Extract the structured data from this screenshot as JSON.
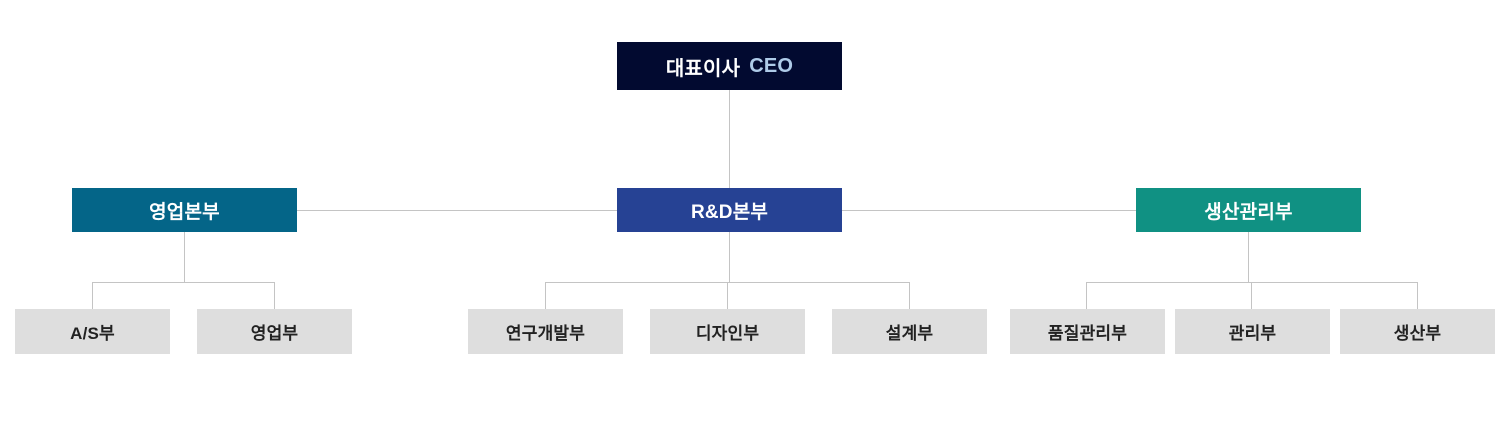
{
  "chart": {
    "type": "org-chart",
    "title": "",
    "nodes": {
      "ceo": {
        "label_ko": "대표이사",
        "label_en": "CEO",
        "color": "#020a30",
        "level": 0
      },
      "divisions": [
        {
          "id": "sales",
          "label": "영업본부",
          "color": "#046588",
          "level": 1,
          "children": [
            {
              "id": "as",
              "label": "A/S부",
              "color": "#dedede",
              "level": 2
            },
            {
              "id": "sales-dept",
              "label": "영업부",
              "color": "#dedede",
              "level": 2
            }
          ]
        },
        {
          "id": "rnd",
          "label": "R&D본부",
          "color": "#264294",
          "level": 1,
          "children": [
            {
              "id": "rd-dept",
              "label": "연구개발부",
              "color": "#dedede",
              "level": 2
            },
            {
              "id": "design",
              "label": "디자인부",
              "color": "#dedede",
              "level": 2
            },
            {
              "id": "engineering",
              "label": "설계부",
              "color": "#dedede",
              "level": 2
            }
          ]
        },
        {
          "id": "production",
          "label": "생산관리부",
          "color": "#109183",
          "level": 1,
          "children": [
            {
              "id": "qc",
              "label": "품질관리부",
              "color": "#dedede",
              "level": 2
            },
            {
              "id": "admin",
              "label": "관리부",
              "color": "#dedede",
              "level": 2
            },
            {
              "id": "manufacturing",
              "label": "생산부",
              "color": "#dedede",
              "level": 2
            }
          ]
        }
      ]
    },
    "connector_color": "#c4c4c4",
    "background_color": "#ffffff"
  }
}
